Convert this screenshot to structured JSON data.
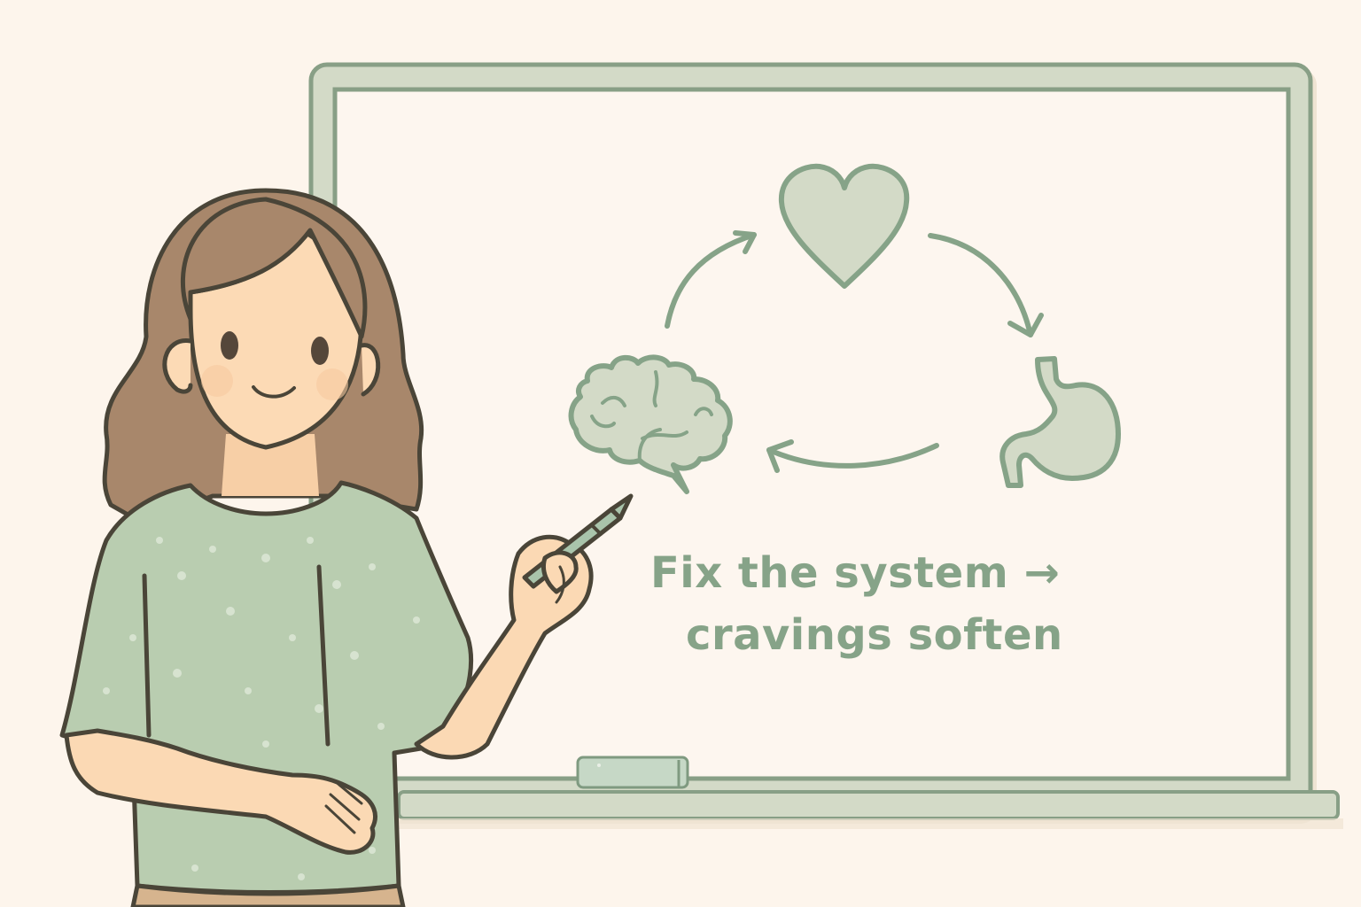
{
  "scene": {
    "description": "Smiling teacher pointing with a green marker at a whiteboard showing a heart-gut-brain cycle diagram",
    "background_color": "#fdf5ec"
  },
  "whiteboard": {
    "frame_color": "#d3dac7",
    "frame_stroke": "#889f86",
    "surface_color": "#fdf6ef",
    "eraser_color": "#c6d8c6"
  },
  "diagram": {
    "type": "cycle",
    "nodes": [
      {
        "id": "heart",
        "icon": "heart-icon"
      },
      {
        "id": "stomach",
        "icon": "stomach-icon"
      },
      {
        "id": "brain",
        "icon": "brain-icon"
      }
    ],
    "edges": [
      {
        "from": "brain",
        "to": "heart"
      },
      {
        "from": "heart",
        "to": "stomach"
      },
      {
        "from": "stomach",
        "to": "brain"
      }
    ],
    "stroke_color": "#86a388",
    "fill_color": "#d3dac7"
  },
  "caption": {
    "line1": "Fix the system →",
    "line2": "cravings soften",
    "color": "#86a388"
  },
  "person": {
    "hair_color": "#a8876b",
    "skin_color": "#fbd9b4",
    "shirt_color": "#b9cdb0",
    "pants_color": "#d6b48e",
    "outline_color": "#4a4538"
  }
}
